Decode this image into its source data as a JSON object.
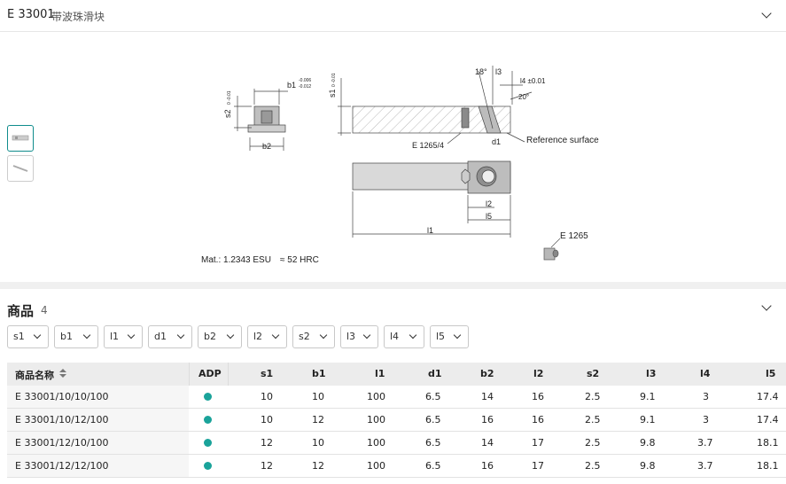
{
  "header": {
    "code": "E 33001",
    "name": "带波珠滑块"
  },
  "drawing": {
    "labels": {
      "b1": "b1",
      "b1_tol_upper": "-0.006",
      "b1_tol_lower": "-0.012",
      "s2": "s2",
      "s2_tol": "0 -0.01",
      "b2": "b2",
      "s1": "s1",
      "s1_tol": "0 -0.01",
      "angle18": "18°",
      "l3": "l3",
      "l4": "l4 ±0.01",
      "angle20": "20°",
      "ref_surface": "Reference surface",
      "e1265_4": "E 1265/4",
      "d1": "d1",
      "l2": "l2",
      "l5": "l5",
      "l1": "l1",
      "e1265": "E 1265",
      "material": "Mat.: 1.2343 ESU",
      "hardness": "≈ 52 HRC"
    }
  },
  "products": {
    "title": "商品",
    "count": "4",
    "filters": [
      "s1",
      "b1",
      "l1",
      "d1",
      "b2",
      "l2",
      "s2",
      "l3",
      "l4",
      "l5"
    ],
    "columns": [
      "商品名称",
      "ADP",
      "s1",
      "b1",
      "l1",
      "d1",
      "b2",
      "l2",
      "s2",
      "l3",
      "l4",
      "l5"
    ],
    "rows": [
      {
        "name": "E 33001/10/10/100",
        "s1": "10",
        "b1": "10",
        "l1": "100",
        "d1": "6.5",
        "b2": "14",
        "l2": "16",
        "s2": "2.5",
        "l3": "9.1",
        "l4": "3",
        "l5": "17.4"
      },
      {
        "name": "E 33001/10/12/100",
        "s1": "10",
        "b1": "12",
        "l1": "100",
        "d1": "6.5",
        "b2": "16",
        "l2": "16",
        "s2": "2.5",
        "l3": "9.1",
        "l4": "3",
        "l5": "17.4"
      },
      {
        "name": "E 33001/12/10/100",
        "s1": "12",
        "b1": "10",
        "l1": "100",
        "d1": "6.5",
        "b2": "14",
        "l2": "17",
        "s2": "2.5",
        "l3": "9.8",
        "l4": "3.7",
        "l5": "18.1"
      },
      {
        "name": "E 33001/12/12/100",
        "s1": "12",
        "b1": "12",
        "l1": "100",
        "d1": "6.5",
        "b2": "16",
        "l2": "17",
        "s2": "2.5",
        "l3": "9.8",
        "l4": "3.7",
        "l5": "18.1"
      }
    ]
  },
  "colors": {
    "accent": "#1aa39a",
    "header_bg": "#ececec"
  }
}
